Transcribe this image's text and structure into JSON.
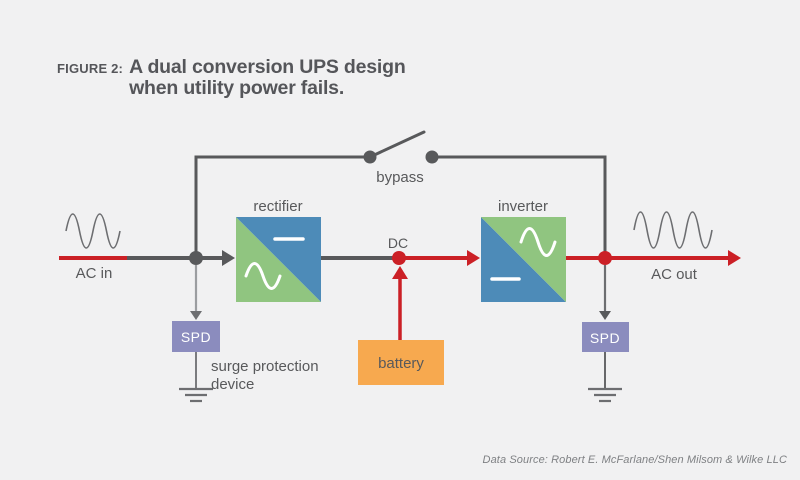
{
  "title": {
    "figure_label": "FIGURE 2:",
    "line1": "A dual conversion UPS design",
    "line2": "when utility power fails."
  },
  "diagram": {
    "ac_in": "AC in",
    "ac_out": "AC out",
    "bypass": "bypass",
    "rectifier": "rectifier",
    "inverter": "inverter",
    "dc": "DC",
    "battery": "battery",
    "spd_left": "SPD",
    "spd_right": "SPD",
    "surge_line1": "surge protection",
    "surge_line2": "device",
    "colors": {
      "background": "#f1f1f2",
      "line_dark": "#58595b",
      "active_path_red": "#cb2026",
      "converter_blue": "#4d8bb8",
      "converter_green": "#90c580",
      "battery_orange": "#f7a94f",
      "spd_purple": "#8b8cbe"
    }
  },
  "footer": {
    "data_source": "Data Source: Robert E. McFarlane/Shen Milsom & Wilke LLC"
  }
}
